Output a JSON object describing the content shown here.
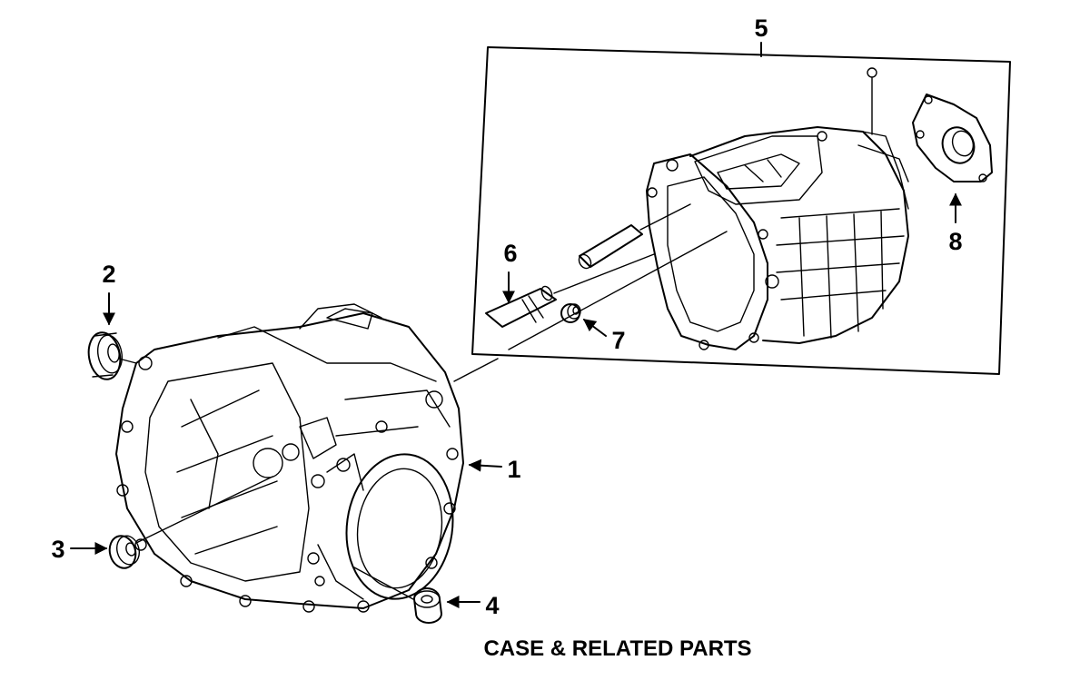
{
  "caption": "CASE & RELATED PARTS",
  "callouts": {
    "c1": "1",
    "c2": "2",
    "c3": "3",
    "c4": "4",
    "c5": "5",
    "c6": "6",
    "c7": "7",
    "c8": "8"
  },
  "colors": {
    "ink": "#000000",
    "paper": "#ffffff"
  }
}
